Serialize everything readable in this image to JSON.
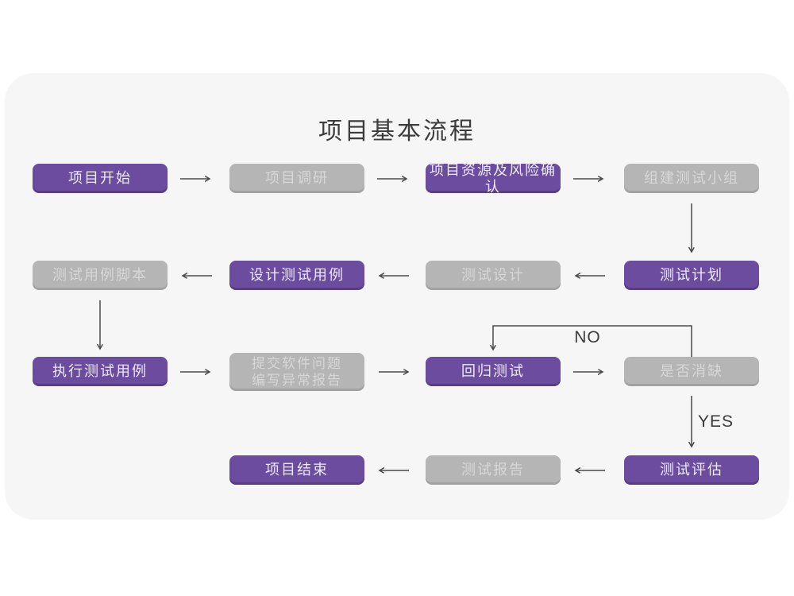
{
  "title": "项目基本流程",
  "colors": {
    "purple": "#6b4c9e",
    "gray": "#b5b5b5",
    "card_bg": "#f6f6f7",
    "arrow": "#4a4a4a",
    "ink": "#3c3c3c"
  },
  "nodes": {
    "project_start": {
      "label": "项目开始",
      "variant": "purple"
    },
    "project_research": {
      "label": "项目调研",
      "variant": "gray"
    },
    "project_resources_risk": {
      "label": "项目资源及风险确认",
      "variant": "purple"
    },
    "build_test_team": {
      "label": "组建测试小组",
      "variant": "gray"
    },
    "test_case_script": {
      "label": "测试用例脚本",
      "variant": "gray"
    },
    "design_test_cases": {
      "label": "设计测试用例",
      "variant": "purple"
    },
    "test_design": {
      "label": "测试设计",
      "variant": "gray"
    },
    "test_plan": {
      "label": "测试计划",
      "variant": "purple"
    },
    "execute_test_cases": {
      "label": "执行测试用例",
      "variant": "purple"
    },
    "submit_issue_report": {
      "label": "提交软件问题\n编写异常报告",
      "variant": "gray"
    },
    "regression_test": {
      "label": "回归测试",
      "variant": "purple"
    },
    "defect_cleared": {
      "label": "是否消缺",
      "variant": "gray"
    },
    "project_end": {
      "label": "项目结束",
      "variant": "purple"
    },
    "test_report": {
      "label": "测试报告",
      "variant": "gray"
    },
    "test_evaluation": {
      "label": "测试评估",
      "variant": "purple"
    }
  },
  "edge_labels": {
    "no": "NO",
    "yes": "YES"
  }
}
